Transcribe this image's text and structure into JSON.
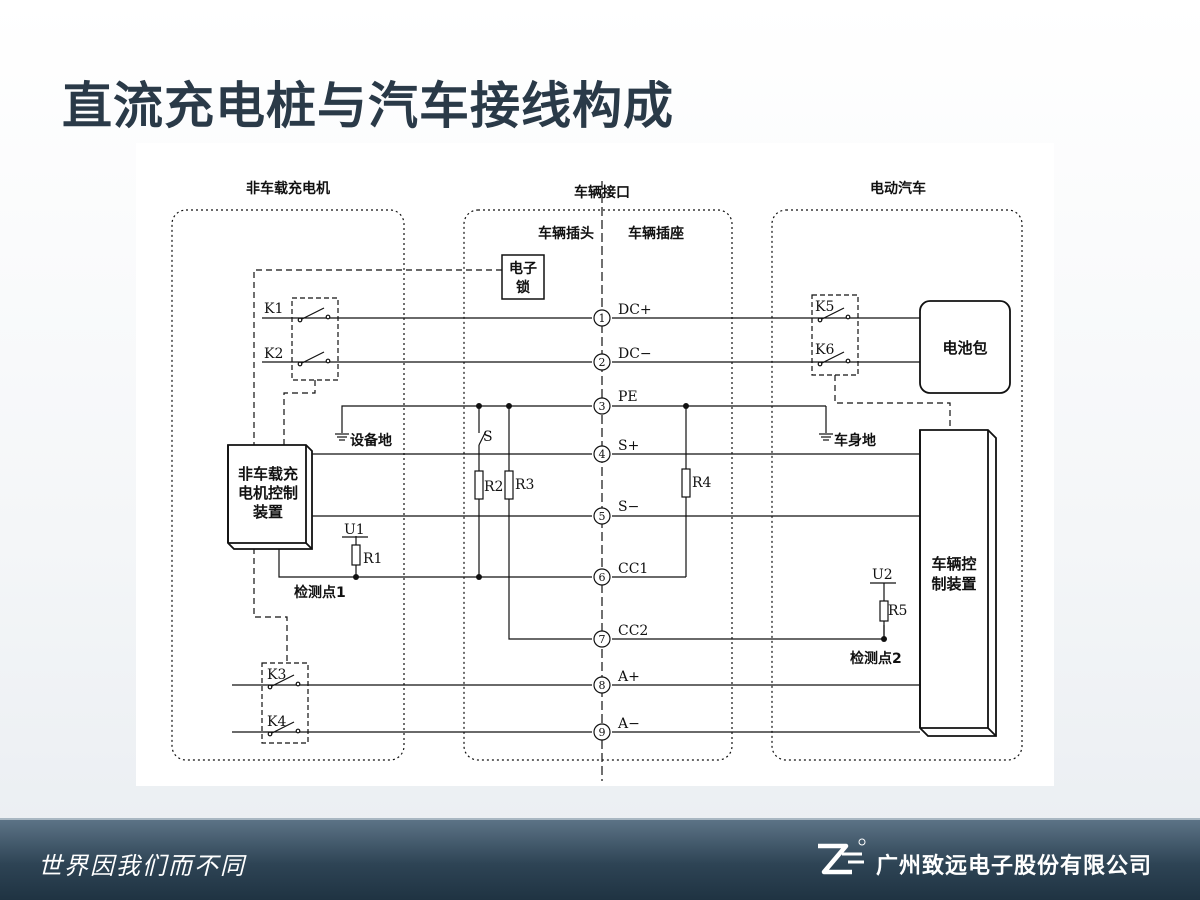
{
  "slide": {
    "title": "直流充电桩与汽车接线构成"
  },
  "diagram": {
    "zones": {
      "charger": "非车载充电机",
      "interface": "车辆接口",
      "vehicle": "电动汽车"
    },
    "plug_label": "车辆插头",
    "socket_label": "车辆插座",
    "lock_line1": "电子",
    "lock_line2": "锁",
    "charger_ctrl_line1": "非车载充",
    "charger_ctrl_line2": "电机控制",
    "charger_ctrl_line3": "装置",
    "vehicle_ctrl_line1": "车辆控",
    "vehicle_ctrl_line2": "制装置",
    "battery": "电池包",
    "equip_ground": "设备地",
    "body_ground": "车身地",
    "switches": {
      "k1": "K1",
      "k2": "K2",
      "k3": "K3",
      "k4": "K4",
      "k5": "K5",
      "k6": "K6",
      "s": "S"
    },
    "resistors": {
      "r1": "R1",
      "r2": "R2",
      "r3": "R3",
      "r4": "R4",
      "r5": "R5"
    },
    "voltages": {
      "u1": "U1",
      "u2": "U2"
    },
    "test_point1": "检测点1",
    "test_point2": "检测点2",
    "pins": [
      {
        "num": "1",
        "label": "DC+"
      },
      {
        "num": "2",
        "label": "DC−"
      },
      {
        "num": "3",
        "label": "PE"
      },
      {
        "num": "4",
        "label": "S+"
      },
      {
        "num": "5",
        "label": "S−"
      },
      {
        "num": "6",
        "label": "CC1"
      },
      {
        "num": "7",
        "label": "CC2"
      },
      {
        "num": "8",
        "label": "A+"
      },
      {
        "num": "9",
        "label": "A−"
      }
    ]
  },
  "footer": {
    "slogan": "世界因我们而不同",
    "company": "广州致远电子股份有限公司"
  },
  "colors": {
    "title": "#2a3a48",
    "footer_bg": "#2e4455",
    "line": "#111111"
  }
}
